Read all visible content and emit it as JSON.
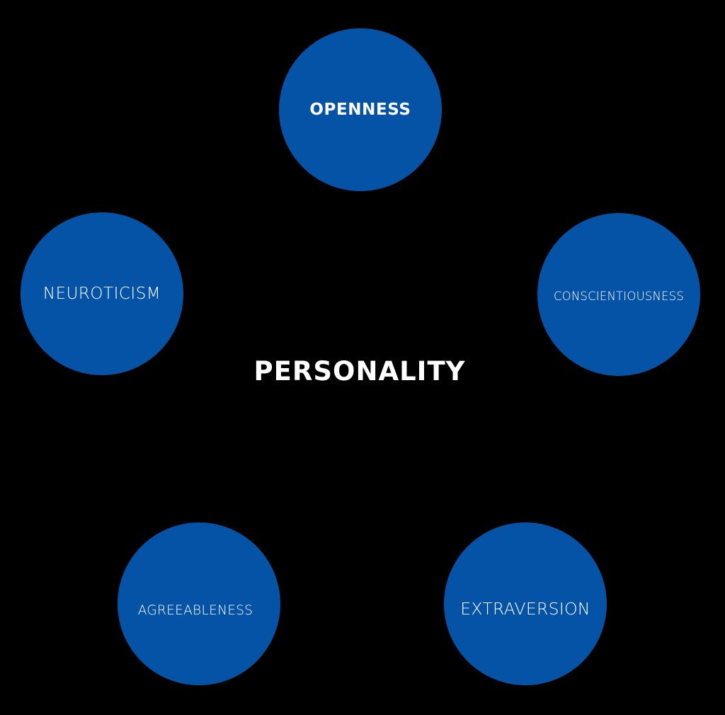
{
  "diagram": {
    "center_label": "PERSONALITY",
    "colors": {
      "background": "#000000",
      "node_fill": "#0553A6",
      "text": "#FFFFFF"
    },
    "nodes": [
      {
        "id": "openness",
        "label": "OPENNESS",
        "position": "top"
      },
      {
        "id": "conscientiousness",
        "label": "CONSCIENTIOUSNESS",
        "position": "right"
      },
      {
        "id": "extraversion",
        "label": "EXTRAVERSION",
        "position": "bottom-right"
      },
      {
        "id": "agreeableness",
        "label": "AGREEABLENESS",
        "position": "bottom-left"
      },
      {
        "id": "neuroticism",
        "label": "NEUROTICISM",
        "position": "left"
      }
    ]
  }
}
